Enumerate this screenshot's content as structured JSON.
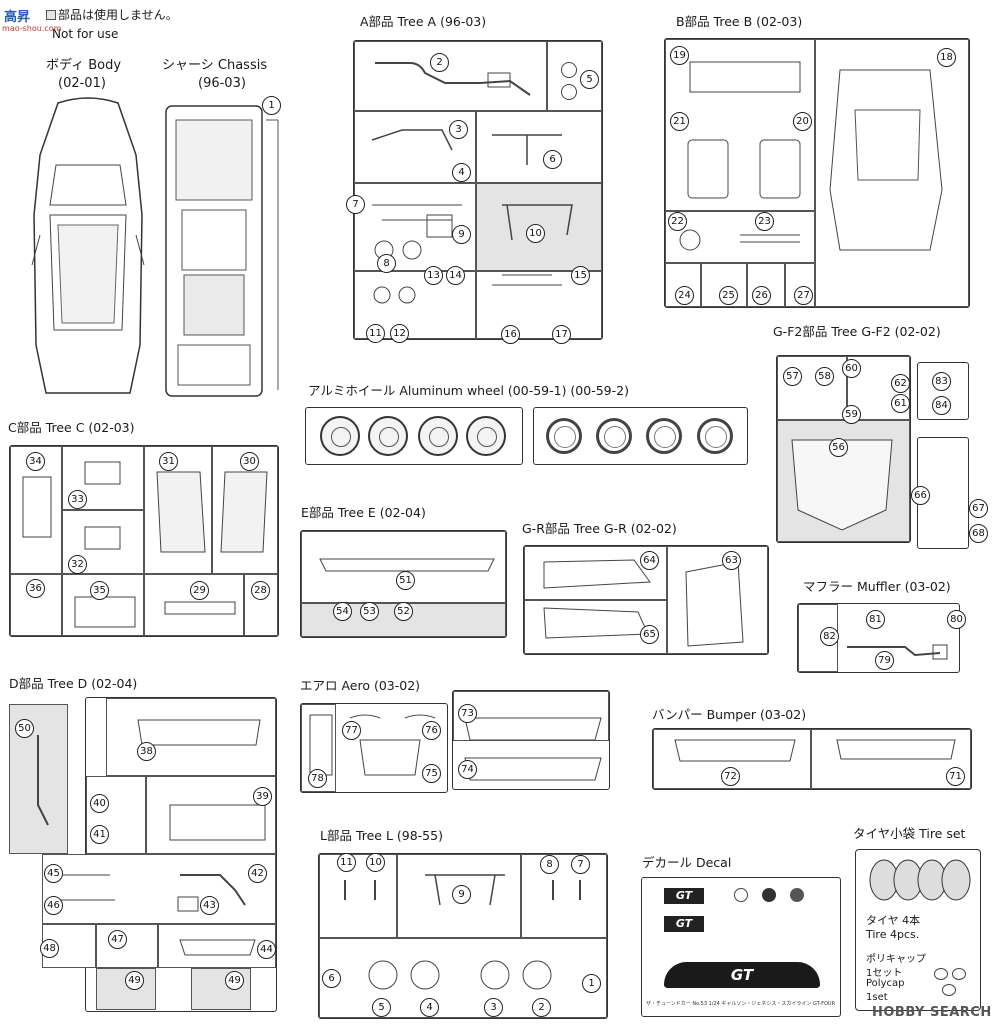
{
  "header": {
    "not_for_use_jp": "部品は使用しません。",
    "not_for_use_en": "Not for use",
    "logo_text": "高昇",
    "logo_sub": "mao-shou.com"
  },
  "body": {
    "jp": "ボディ",
    "en": "Body",
    "code": "(02-01)"
  },
  "chassis": {
    "jp": "シャーシ",
    "en": "Chassis",
    "code": "(96-03)",
    "part": "1"
  },
  "tree_a": {
    "title": "A部品 Tree A (96-03)",
    "parts": [
      "2",
      "5",
      "3",
      "6",
      "4",
      "7",
      "9",
      "10",
      "8",
      "13",
      "14",
      "15",
      "11",
      "12",
      "16",
      "17"
    ]
  },
  "tree_b": {
    "title": "B部品 Tree B (02-03)",
    "parts": [
      "19",
      "18",
      "21",
      "20",
      "22",
      "23",
      "24",
      "25",
      "26",
      "27"
    ]
  },
  "wheel": {
    "title": "アルミホイール Aluminum wheel (00-59-1) (00-59-2)"
  },
  "tree_gf2": {
    "title": "G-F2部品 Tree G-F2 (02-02)",
    "parts": [
      "57",
      "58",
      "60",
      "62",
      "61",
      "59",
      "83",
      "84",
      "56",
      "66",
      "67",
      "68"
    ]
  },
  "tree_c": {
    "title": "C部品 Tree C (02-03)",
    "parts": [
      "34",
      "33",
      "31",
      "30",
      "32",
      "36",
      "35",
      "29",
      "28"
    ]
  },
  "tree_e": {
    "title": "E部品 Tree E (02-04)",
    "parts": [
      "51",
      "54",
      "53",
      "52"
    ]
  },
  "tree_gr": {
    "title": "G-R部品 Tree G-R (02-02)",
    "parts": [
      "64",
      "63",
      "65"
    ]
  },
  "muffler": {
    "title": "マフラー Muffler (03-02)",
    "parts": [
      "81",
      "80",
      "82",
      "79"
    ]
  },
  "tree_d": {
    "title": "D部品 Tree D (02-04)",
    "parts": [
      "50",
      "38",
      "40",
      "41",
      "39",
      "45",
      "42",
      "46",
      "43",
      "48",
      "47",
      "44",
      "49",
      "49"
    ]
  },
  "aero": {
    "title": "エアロ Aero (03-02)",
    "parts": [
      "77",
      "76",
      "73",
      "78",
      "75",
      "74"
    ]
  },
  "bumper": {
    "title": "バンパー Bumper (03-02)",
    "parts": [
      "72",
      "71"
    ]
  },
  "tree_l": {
    "title": "L部品 Tree L (98-55)",
    "parts": [
      "11",
      "10",
      "9",
      "8",
      "7",
      "6",
      "5",
      "4",
      "3",
      "2",
      "1"
    ]
  },
  "decal": {
    "title": "デカール Decal",
    "gt": "GT",
    "footer": "ザ・チューンドカー No.53 1/24 ギャルソン・ジェネシス・スカイライン GT-FOUR '90"
  },
  "tire": {
    "title": "タイヤ小袋 Tire set",
    "tire_jp": "タイヤ 4本",
    "tire_en": "Tire 4pcs.",
    "poly_jp": "ポリキャップ",
    "poly_qty": "1セット",
    "poly_en": "Polycap",
    "poly_set": "1set"
  },
  "watermark": "HOBBY SEARCH"
}
